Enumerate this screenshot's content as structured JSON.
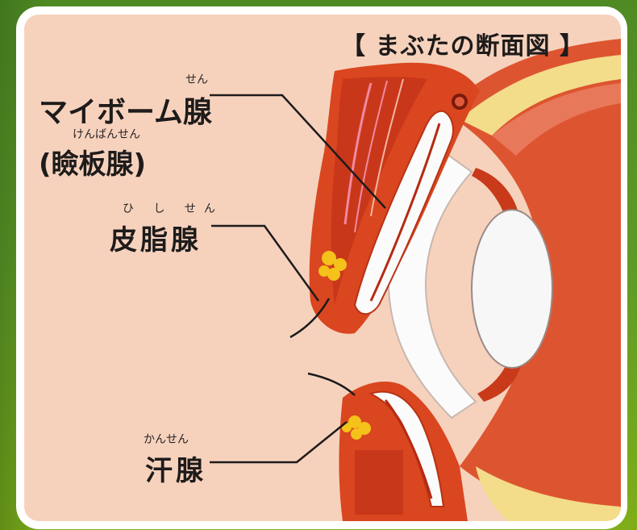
{
  "title": "【 まぶたの断面図 】",
  "labels": {
    "meibomian": {
      "text": "マイボーム腺",
      "ruby": "せん"
    },
    "tarsal": {
      "text": "(瞼板腺)",
      "ruby": "けんばんせん"
    },
    "sebaceous": {
      "text": "皮脂腺",
      "ruby": "ひ し せん"
    },
    "sweat": {
      "text": "汗腺",
      "ruby": "かんせん"
    }
  },
  "colors": {
    "background_green": "#5f9a27",
    "panel": "#f6d2bd",
    "eyelid_red": "#d9461f",
    "eyelid_dark": "#b83216",
    "sclera_yellow": "#f3dd8a",
    "lens_white": "#f7f7f7",
    "gland_fat": "#f4c21a"
  }
}
